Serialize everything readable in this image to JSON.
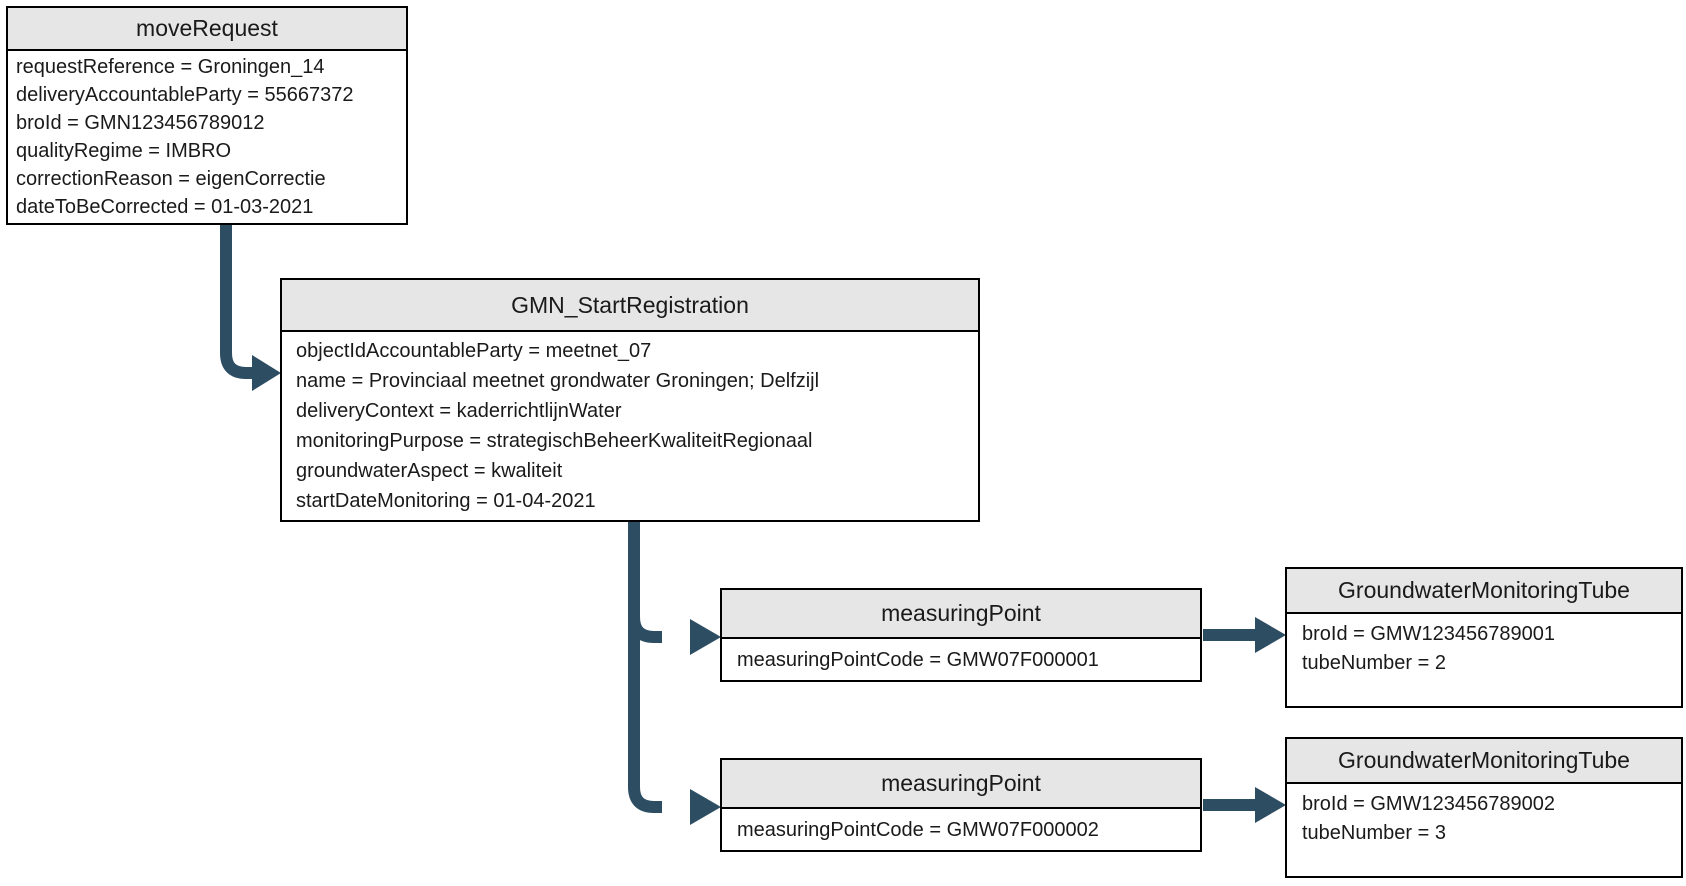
{
  "diagram": {
    "arrow_color": "#2d4d63",
    "header_fill": "#e6e6e6",
    "border_color": "#000000",
    "background_color": "#ffffff"
  },
  "nodes": {
    "move_request": {
      "title": "moveRequest",
      "attributes": [
        "requestReference = Groningen_14",
        "deliveryAccountableParty = 55667372",
        "broId = GMN123456789012",
        "qualityRegime = IMBRO",
        "correctionReason = eigenCorrectie",
        "dateToBeCorrected = 01-03-2021"
      ]
    },
    "gmn_start_registration": {
      "title": "GMN_StartRegistration",
      "attributes": [
        "objectIdAccountableParty = meetnet_07",
        "name = Provinciaal meetnet grondwater Groningen; Delfzijl",
        "deliveryContext = kaderrichtlijnWater",
        "monitoringPurpose = strategischBeheerKwaliteitRegionaal",
        "groundwaterAspect = kwaliteit",
        "startDateMonitoring = 01-04-2021"
      ]
    },
    "measuring_point_1": {
      "title": "measuringPoint",
      "attributes": [
        "measuringPointCode = GMW07F000001"
      ]
    },
    "measuring_point_2": {
      "title": "measuringPoint",
      "attributes": [
        "measuringPointCode = GMW07F000002"
      ]
    },
    "tube_1": {
      "title": "GroundwaterMonitoringTube",
      "attributes": [
        "broId = GMW123456789001",
        "tubeNumber = 2"
      ]
    },
    "tube_2": {
      "title": "GroundwaterMonitoringTube",
      "attributes": [
        "broId = GMW123456789002",
        "tubeNumber = 3"
      ]
    }
  }
}
